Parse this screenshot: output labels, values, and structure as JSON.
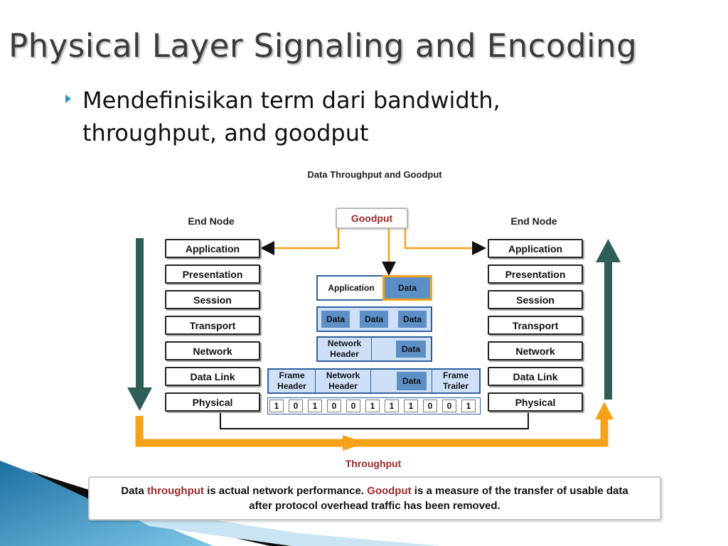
{
  "slide": {
    "title": "Physical Layer Signaling and Encoding",
    "bullet": "Mendefinisikan term dari bandwidth, throughput, and goodput"
  },
  "diagram": {
    "title": "Data Throughput and Goodput",
    "left_node_label": "End Node",
    "right_node_label": "End Node",
    "layers": [
      "Application",
      "Presentation",
      "Session",
      "Transport",
      "Network",
      "Data Link",
      "Physical"
    ],
    "goodput_label": "Goodput",
    "throughput_label": "Throughput",
    "encapsulation": {
      "application_label": "Application",
      "data_label": "Data",
      "transport_segments": [
        "Data",
        "Data",
        "Data"
      ],
      "network_header": "Network Header",
      "network_data": "Data",
      "frame_header": "Frame Header",
      "frame_network_header": "Network Header",
      "frame_data": "Data",
      "frame_trailer": "Frame Trailer"
    },
    "bits": [
      "1",
      "0",
      "1",
      "0",
      "0",
      "1",
      "1",
      "1",
      "0",
      "0",
      "1"
    ],
    "caption": {
      "part1": "Data ",
      "throughput": "throughput",
      "part2": " is actual network performance. ",
      "goodput": "Goodput",
      "part3": " is a measure of the transfer of usable data after protocol overhead traffic has been removed."
    }
  },
  "colors": {
    "orange_arrow": "#f5a21a",
    "teal_arrow": "#2d5e58",
    "data_blue": "#5d8fc7",
    "light_blue": "#cde0f7",
    "highlight": "#9a2a2a",
    "bullet_accent": "#2a9bbf"
  }
}
